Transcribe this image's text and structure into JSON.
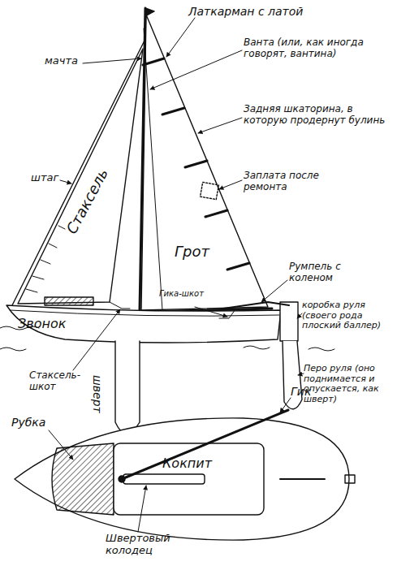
{
  "diagram": {
    "labels": [
      "Латкарман с латой",
      "мачта",
      "Ванта (или, как иногда говорят, вантина)",
      "Задняя шкаторина, в которую продернут булинь",
      "штаг",
      "Заплата после ремонта",
      "Стаксель",
      "Грот",
      "Румпель с коленом",
      "Гика-шкот",
      "коробка руля (своего рода плоский баллер)",
      "Звонок",
      "Стаксель-шкот",
      "шверт",
      "Перо руля (оно поднимается и опускается, как шверт)",
      "Гик",
      "Рубка",
      "Кокпит",
      "Швертовый колодец"
    ]
  }
}
